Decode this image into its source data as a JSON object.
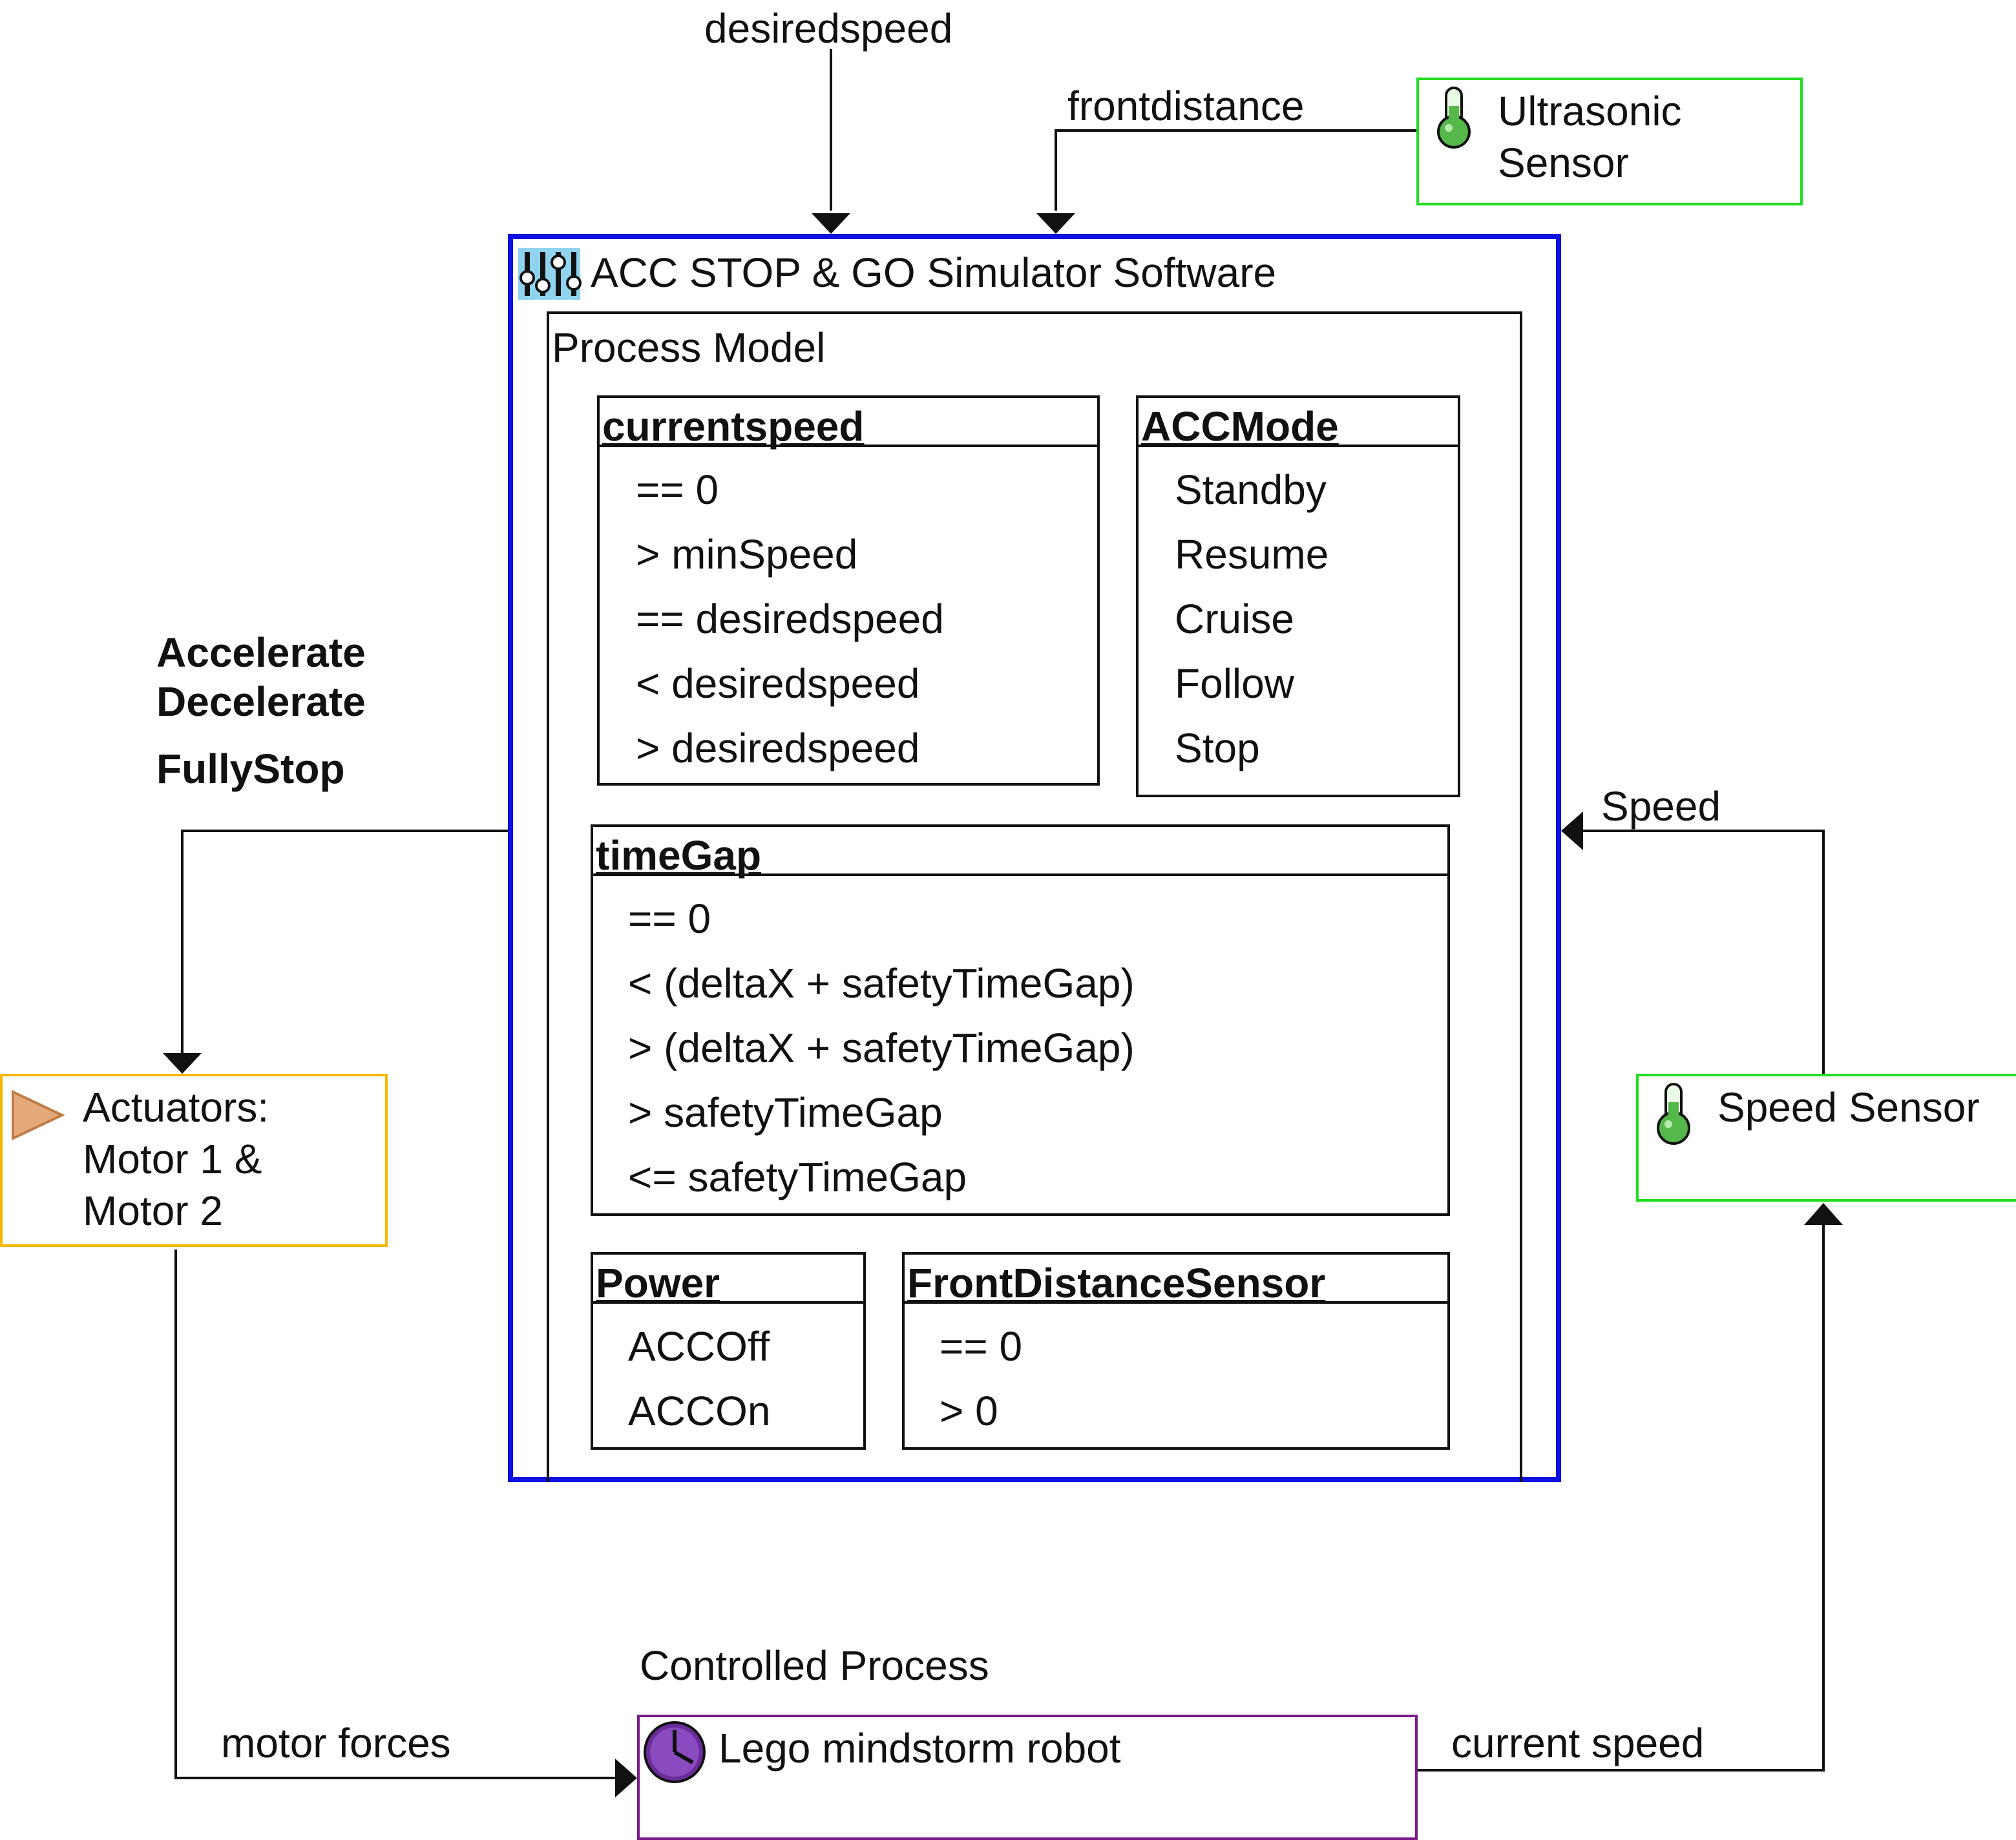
{
  "inputs": {
    "desiredspeed": "desiredspeed",
    "frontdistance": "frontdistance",
    "speed": "Speed",
    "current_speed": "current speed",
    "motor_forces": "motor forces"
  },
  "control_actions": [
    "Accelerate",
    "Decelerate",
    "FullyStop"
  ],
  "controller": {
    "title": "ACC STOP & GO Simulator Software",
    "process_model": {
      "label": "Process Model",
      "variables": [
        {
          "name": "currentspeed",
          "values": [
            "== 0",
            "> minSpeed",
            "== desiredspeed",
            "< desiredspeed",
            "> desiredspeed"
          ]
        },
        {
          "name": "ACCMode",
          "values": [
            "Standby",
            "Resume",
            "Cruise",
            "Follow",
            "Stop"
          ]
        },
        {
          "name": "timeGap",
          "values": [
            "== 0",
            "< (deltaX + safetyTimeGap)",
            "> (deltaX + safetyTimeGap)",
            "> safetyTimeGap",
            "<= safetyTimeGap"
          ]
        },
        {
          "name": "Power",
          "values": [
            "ACCOff",
            "ACCOn"
          ]
        },
        {
          "name": "FrontDistanceSensor",
          "values": [
            "== 0",
            "> 0"
          ]
        }
      ]
    }
  },
  "sensors": {
    "ultrasonic": {
      "line1": "Ultrasonic",
      "line2": "Sensor"
    },
    "speed": {
      "label": "Speed Sensor"
    }
  },
  "actuators": {
    "line1": "Actuators:",
    "line2": "Motor 1 &",
    "line3": "Motor 2"
  },
  "controlled_process": {
    "label": "Controlled Process",
    "name": "Lego mindstorm robot"
  },
  "colors": {
    "controller_border": "#1010e0",
    "sensor_border": "#22dd22",
    "actuator_border": "#f5b800",
    "process_border": "#7a1a8a"
  },
  "icons": {
    "controller": "sliders-icon",
    "sensor": "thermometer-icon",
    "actuator": "play-triangle-icon",
    "process": "clock-icon"
  }
}
